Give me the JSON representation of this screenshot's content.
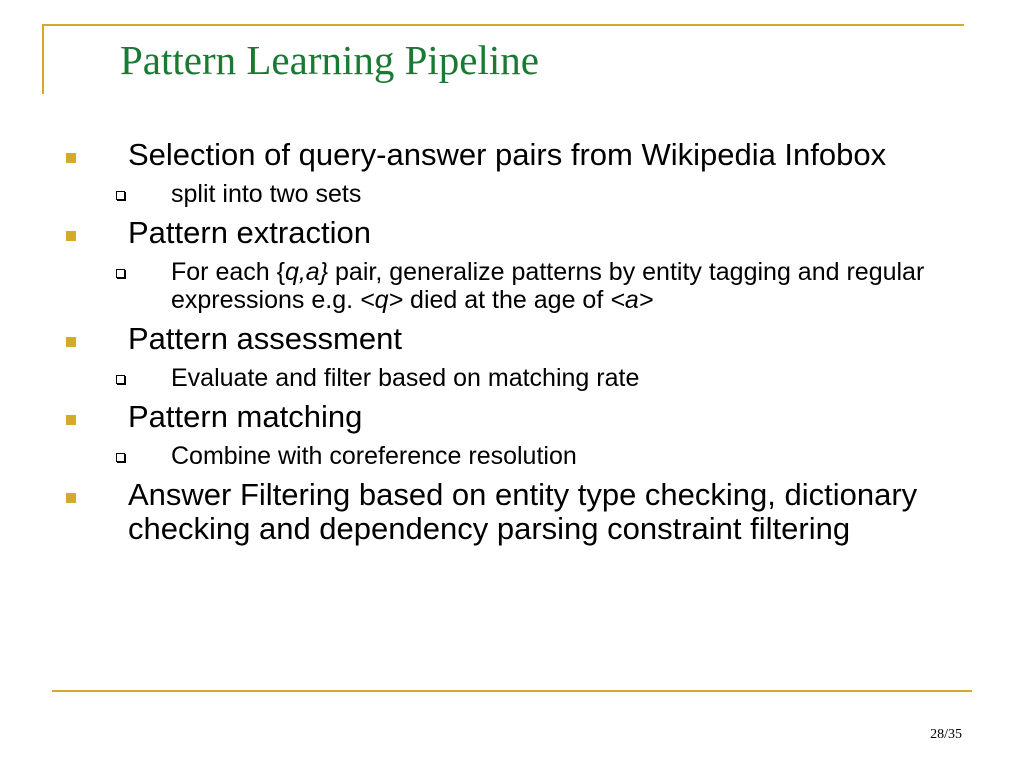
{
  "colors": {
    "accent": "#d6a92d",
    "title": "#1a7a33"
  },
  "slide": {
    "title": "Pattern Learning Pipeline",
    "page_number": "28/35",
    "bullets": [
      {
        "text": "Selection of query-answer pairs from Wikipedia Infobox",
        "sub": "split into two sets"
      },
      {
        "text": "Pattern extraction",
        "sub": {
          "part1": "For each {",
          "part2": "q,a}",
          "part3": " pair, generalize patterns by entity tagging and regular expressions  e.g. ",
          "part4": "<q>",
          "part5": " died at the age of ",
          "part6": "<a>"
        }
      },
      {
        "text": "Pattern assessment",
        "sub": "Evaluate and filter based on matching rate"
      },
      {
        "text": "Pattern matching",
        "sub": "Combine with coreference resolution"
      },
      {
        "text": "Answer Filtering based on entity type checking, dictionary checking and dependency parsing constraint filtering"
      }
    ]
  }
}
